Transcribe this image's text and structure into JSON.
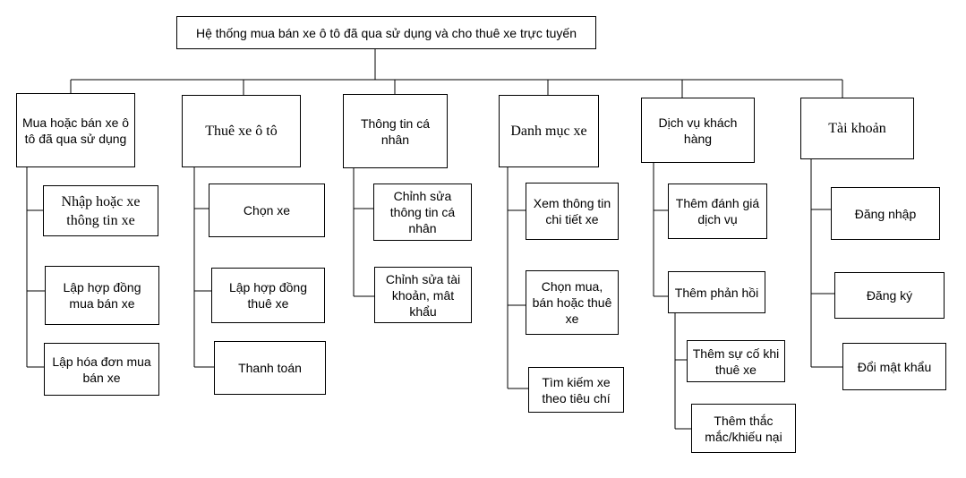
{
  "root": "Hệ thống mua bán xe ô tô đã qua sử dụng và cho thuê xe trực tuyến",
  "branches": [
    {
      "label": "Mua hoặc bán xe ô tô đã qua sử dụng",
      "children": [
        "Nhập hoặc xe thông tin xe",
        "Lập hợp đồng mua bán xe",
        "Lập hóa đơn mua bán xe"
      ]
    },
    {
      "label": "Thuê xe ô tô",
      "children": [
        "Chọn xe",
        "Lập hợp đồng thuê xe",
        "Thanh toán"
      ]
    },
    {
      "label": "Thông tin cá nhân",
      "children": [
        "Chỉnh sửa thông tin cá nhân",
        "Chỉnh sửa tài khoản, mât khẩu"
      ]
    },
    {
      "label": "Danh mục xe",
      "children": [
        "Xem thông tin chi tiết xe",
        "Chọn mua, bán hoặc thuê xe",
        "Tìm kiếm xe theo tiêu chí"
      ]
    },
    {
      "label": "Dịch vụ khách hàng",
      "children": [
        "Thêm đánh giá dịch vụ",
        "Thêm phản hồi"
      ],
      "subchildren": [
        "Thêm sự cố khi thuê xe",
        "Thêm thắc mắc/khiếu nại"
      ]
    },
    {
      "label": "Tài khoản",
      "children": [
        "Đăng nhập",
        "Đăng ký",
        "Đổi mật khẩu"
      ]
    }
  ]
}
